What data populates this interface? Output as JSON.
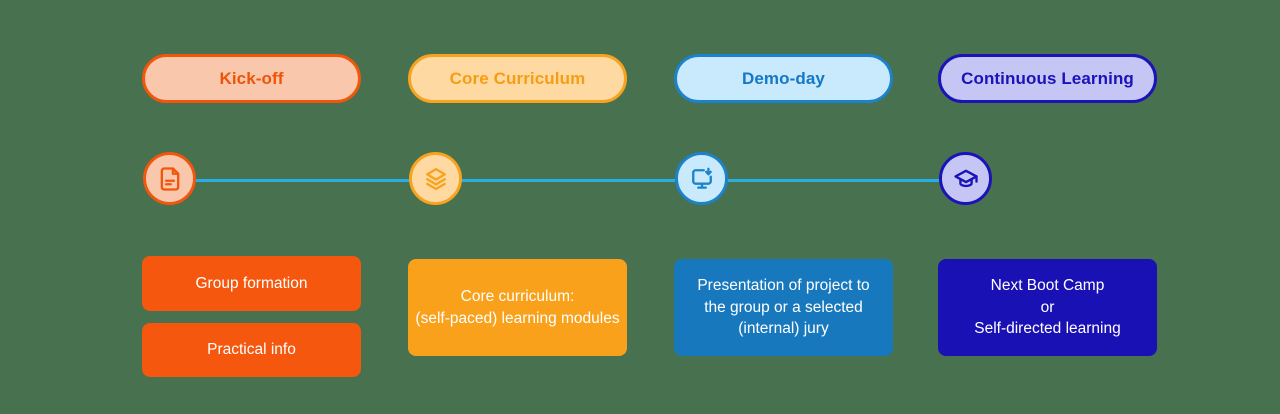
{
  "canvas": {
    "background_color": "#47714F",
    "connector_color": "#27AEE4"
  },
  "stages": [
    {
      "label": "Kick-off",
      "icon": "document-icon",
      "colors": {
        "accent": "#F0560C",
        "pill_fill": "#F9C7AC",
        "pill_text": "#EE5408",
        "box_fill": "#F4570D",
        "box_text": "#FFFFFF"
      },
      "boxes": [
        "Group formation",
        "Practical info"
      ]
    },
    {
      "label": "Core Curriculum",
      "icon": "layers-icon",
      "colors": {
        "accent": "#F8A21E",
        "pill_fill": "#FFD9A2",
        "pill_text": "#F79D13",
        "box_fill": "#F9A11B",
        "box_text": "#FFFFFF"
      },
      "boxes": [
        "Core curriculum:\n(self-paced) learning modules"
      ]
    },
    {
      "label": "Demo-day",
      "icon": "monitor-download-icon",
      "colors": {
        "accent": "#1C82C9",
        "pill_fill": "#C9E9FC",
        "pill_text": "#1578C4",
        "box_fill": "#1878BE",
        "box_text": "#FFFFFF"
      },
      "boxes": [
        "Presentation of project to\nthe group or a selected\n(internal) jury"
      ]
    },
    {
      "label": "Continuous Learning",
      "icon": "graduation-cap-icon",
      "colors": {
        "accent": "#1A13B7",
        "pill_fill": "#C6C6F4",
        "pill_text": "#1A13BC",
        "box_fill": "#1A11B4",
        "box_text": "#FFFFFF"
      },
      "boxes": [
        "Next Boot Camp\nor\nSelf-directed learning"
      ]
    }
  ]
}
